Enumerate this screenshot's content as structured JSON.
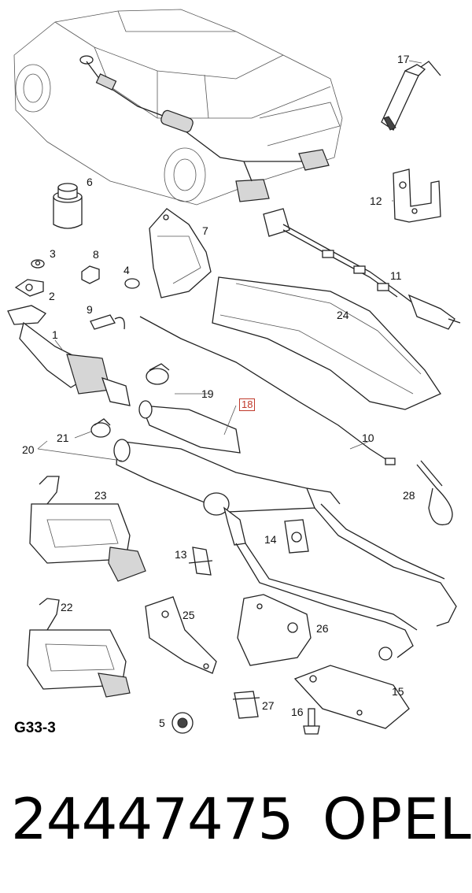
{
  "figure_code": "G33-3",
  "part_number": "24447475",
  "brand": "OPEL",
  "highlighted_callout": "18",
  "callouts": {
    "c1": "1",
    "c2": "2",
    "c3": "3",
    "c4": "4",
    "c5": "5",
    "c6": "6",
    "c7": "7",
    "c8": "8",
    "c9": "9",
    "c10": "10",
    "c11": "11",
    "c12": "12",
    "c13": "13",
    "c14": "14",
    "c15": "15",
    "c16": "16",
    "c17": "17",
    "c18": "18",
    "c19": "19",
    "c20": "20",
    "c21": "21",
    "c22": "22",
    "c23": "23",
    "c24": "24",
    "c25": "25",
    "c26": "26",
    "c27": "27",
    "c28": "28"
  },
  "colors": {
    "highlight": "#c0392b",
    "line": "#222222",
    "shade": "#d6d6d6"
  }
}
